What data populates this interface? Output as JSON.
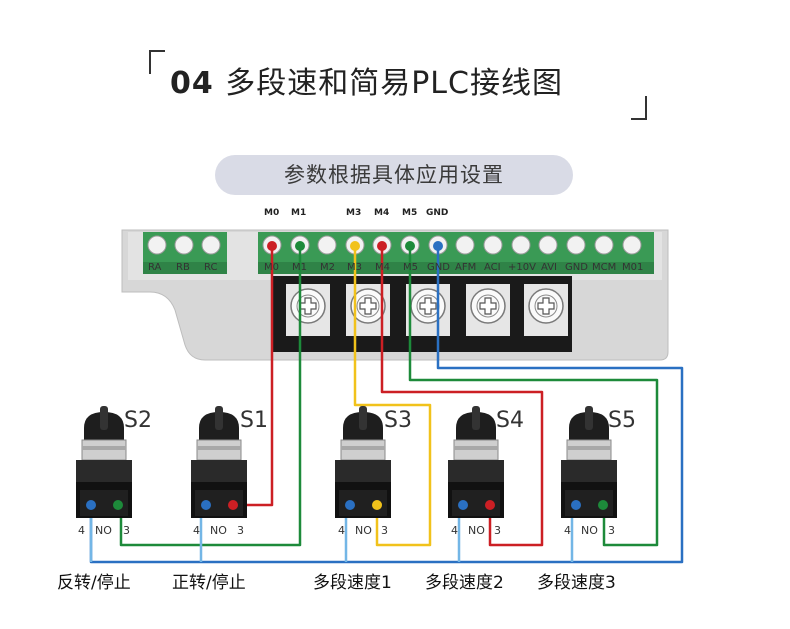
{
  "title": {
    "number": "04",
    "text": "多段速和简易PLC接线图"
  },
  "subtitle": "参数根据具体应用设置",
  "top_labels": {
    "m0": "M0",
    "m1": "M1",
    "m3": "M3",
    "m4": "M4",
    "m5": "M5",
    "gnd": "GND"
  },
  "terminals": {
    "relay": [
      "RA",
      "RB",
      "RC"
    ],
    "io": [
      "M0",
      "M1",
      "M2",
      "M3",
      "M4",
      "M5",
      "GND",
      "AFM",
      "ACI",
      "+10V",
      "AVI",
      "GND",
      "MCM",
      "M01"
    ]
  },
  "switches": [
    {
      "name": "S2",
      "pins": [
        "4",
        "NO",
        "3"
      ],
      "caption": "反转/停止"
    },
    {
      "name": "S1",
      "pins": [
        "4",
        "NO",
        "3"
      ],
      "caption": "正转/停止"
    },
    {
      "name": "S3",
      "pins": [
        "4",
        "NO",
        "3"
      ],
      "caption": "多段速度1"
    },
    {
      "name": "S4",
      "pins": [
        "4",
        "NO",
        "3"
      ],
      "caption": "多段速度2"
    },
    {
      "name": "S5",
      "pins": [
        "4",
        "NO",
        "3"
      ],
      "caption": "多段速度3"
    }
  ],
  "colors": {
    "red": "#cc1f24",
    "green": "#1d8a3a",
    "yellow": "#f1c21b",
    "blue": "#2a70c2",
    "light_blue": "#73b6e6",
    "terminal_green": "#3a9a55",
    "panel_gray": "#d7d7d7",
    "pill": "#d9dbe6"
  }
}
